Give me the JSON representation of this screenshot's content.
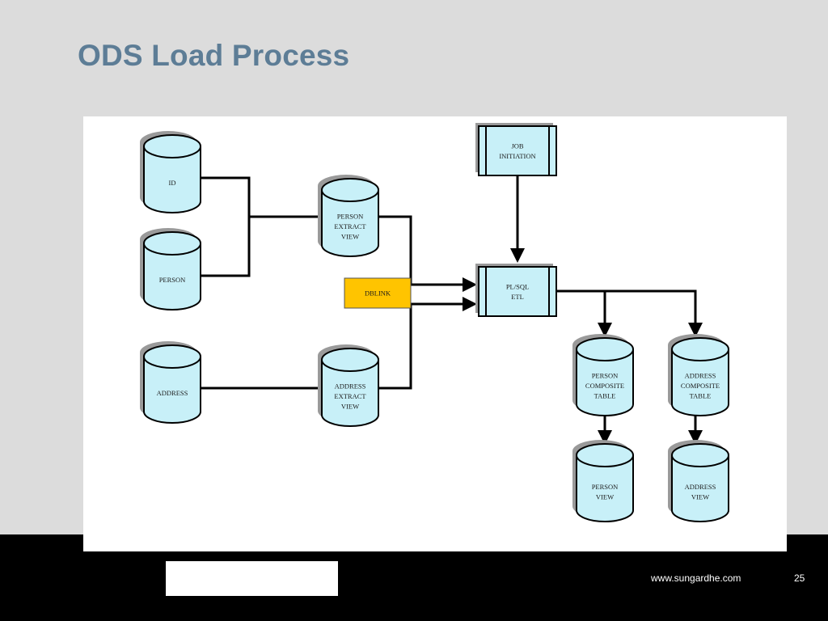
{
  "slide": {
    "title": "ODS Load Process",
    "footer_url": "www.sungardhe.com",
    "page_number": "25"
  },
  "colors": {
    "title": "#5d7d96",
    "node_fill": "#c8f0f8",
    "highlight_fill": "#ffc400",
    "background": "#dcdcdc",
    "footer": "#000000"
  },
  "diagram": {
    "nodes": [
      {
        "id": "id_db",
        "shape": "cylinder",
        "lines": [
          "ID"
        ]
      },
      {
        "id": "person_db",
        "shape": "cylinder",
        "lines": [
          "PERSON"
        ]
      },
      {
        "id": "address_db",
        "shape": "cylinder",
        "lines": [
          "ADDRESS"
        ]
      },
      {
        "id": "person_extract_view",
        "shape": "cylinder",
        "lines": [
          "PERSON",
          "EXTRACT",
          "VIEW"
        ]
      },
      {
        "id": "address_extract_view",
        "shape": "cylinder",
        "lines": [
          "ADDRESS",
          "EXTRACT",
          "VIEW"
        ]
      },
      {
        "id": "dblink",
        "shape": "box",
        "lines": [
          "DBLINK"
        ]
      },
      {
        "id": "job_initiation",
        "shape": "process",
        "lines": [
          "JOB",
          "INITIATION"
        ]
      },
      {
        "id": "plsql_etl",
        "shape": "process",
        "lines": [
          "PL/SQL",
          "ETL"
        ]
      },
      {
        "id": "person_composite_table",
        "shape": "cylinder",
        "lines": [
          "PERSON",
          "COMPOSITE",
          "TABLE"
        ]
      },
      {
        "id": "address_composite_table",
        "shape": "cylinder",
        "lines": [
          "ADDRESS",
          "COMPOSITE",
          "TABLE"
        ]
      },
      {
        "id": "person_view",
        "shape": "cylinder",
        "lines": [
          "PERSON",
          "VIEW"
        ]
      },
      {
        "id": "address_view",
        "shape": "cylinder",
        "lines": [
          "ADDRESS",
          "VIEW"
        ]
      }
    ],
    "edges": [
      {
        "from": "id_db",
        "to": "person_extract_view",
        "arrow": false
      },
      {
        "from": "person_db",
        "to": "person_extract_view",
        "arrow": false
      },
      {
        "from": "address_db",
        "to": "address_extract_view",
        "arrow": false
      },
      {
        "from": "person_extract_view",
        "to": "plsql_etl",
        "arrow": true
      },
      {
        "from": "address_extract_view",
        "to": "plsql_etl",
        "arrow": true
      },
      {
        "from": "job_initiation",
        "to": "plsql_etl",
        "arrow": true
      },
      {
        "from": "plsql_etl",
        "to": "person_composite_table",
        "arrow": true
      },
      {
        "from": "plsql_etl",
        "to": "address_composite_table",
        "arrow": true
      },
      {
        "from": "person_composite_table",
        "to": "person_view",
        "arrow": true
      },
      {
        "from": "address_composite_table",
        "to": "address_view",
        "arrow": true
      }
    ]
  }
}
